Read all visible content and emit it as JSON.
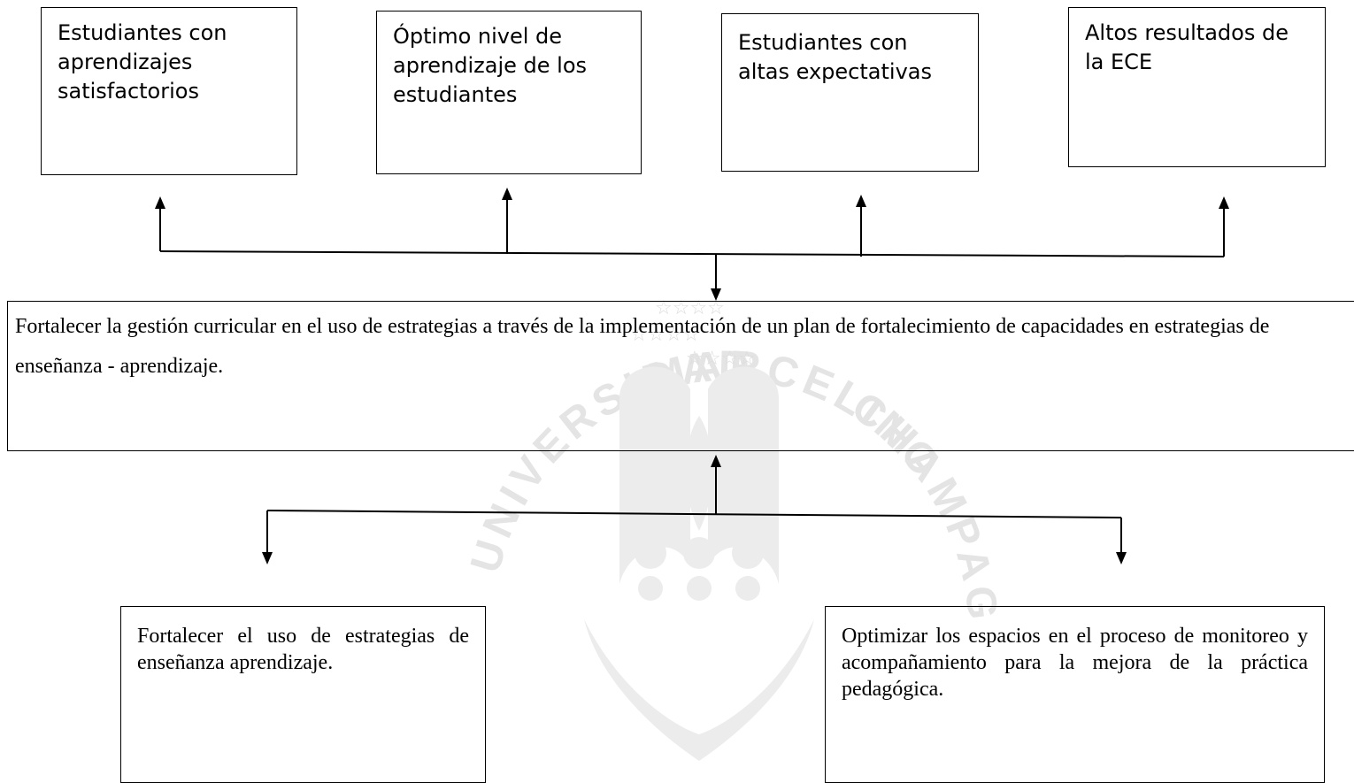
{
  "watermark": {
    "arc_top": "MARCELINO",
    "arc_left": "UNIVERSIDAD",
    "arc_right": "CHAMPAGNAT"
  },
  "results": [
    {
      "text": "Estudiantes con aprendizajes satisfactorios"
    },
    {
      "text": "Óptimo nivel de aprendizaje de los estudiantes"
    },
    {
      "text": "Estudiantes con altas expectativas"
    },
    {
      "text": "Altos resultados de la ECE"
    }
  ],
  "main_objective": {
    "text": "Fortalecer la gestión curricular en el uso de estrategias a través de la implementación de un plan de fortalecimiento de capacidades en estrategias de enseñanza - aprendizaje."
  },
  "means": [
    {
      "text": "Fortalecer el uso de estrategias de enseñanza aprendizaje."
    },
    {
      "text": "Optimizar los espacios en el proceso de monitoreo y acompañamiento para la mejora de la práctica pedagógica."
    }
  ]
}
